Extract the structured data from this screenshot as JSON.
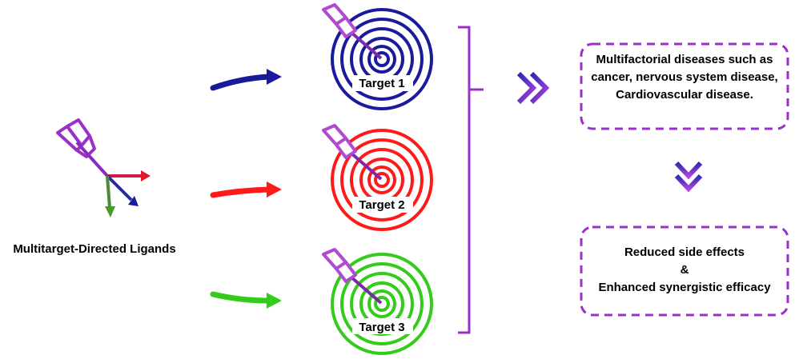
{
  "ligand_label": "Multitarget-Directed Ligands",
  "targets": [
    {
      "label": "Target 1",
      "color": "#1a1a9c"
    },
    {
      "label": "Target 2",
      "color": "#ff1a1a"
    },
    {
      "label": "Target 3",
      "color": "#33cc1a"
    }
  ],
  "boxes": {
    "diseases": [
      "Multifactorial diseases such as",
      "cancer, nervous system disease,",
      "Cardiovascular disease."
    ],
    "outcome": [
      "Reduced side effects",
      "&",
      "Enhanced synergistic efficacy"
    ]
  },
  "colors": {
    "accent_purple": "#9b30c8",
    "gradient_dark": "#2a2ab0",
    "dart_stripe": "#b04ad0"
  }
}
